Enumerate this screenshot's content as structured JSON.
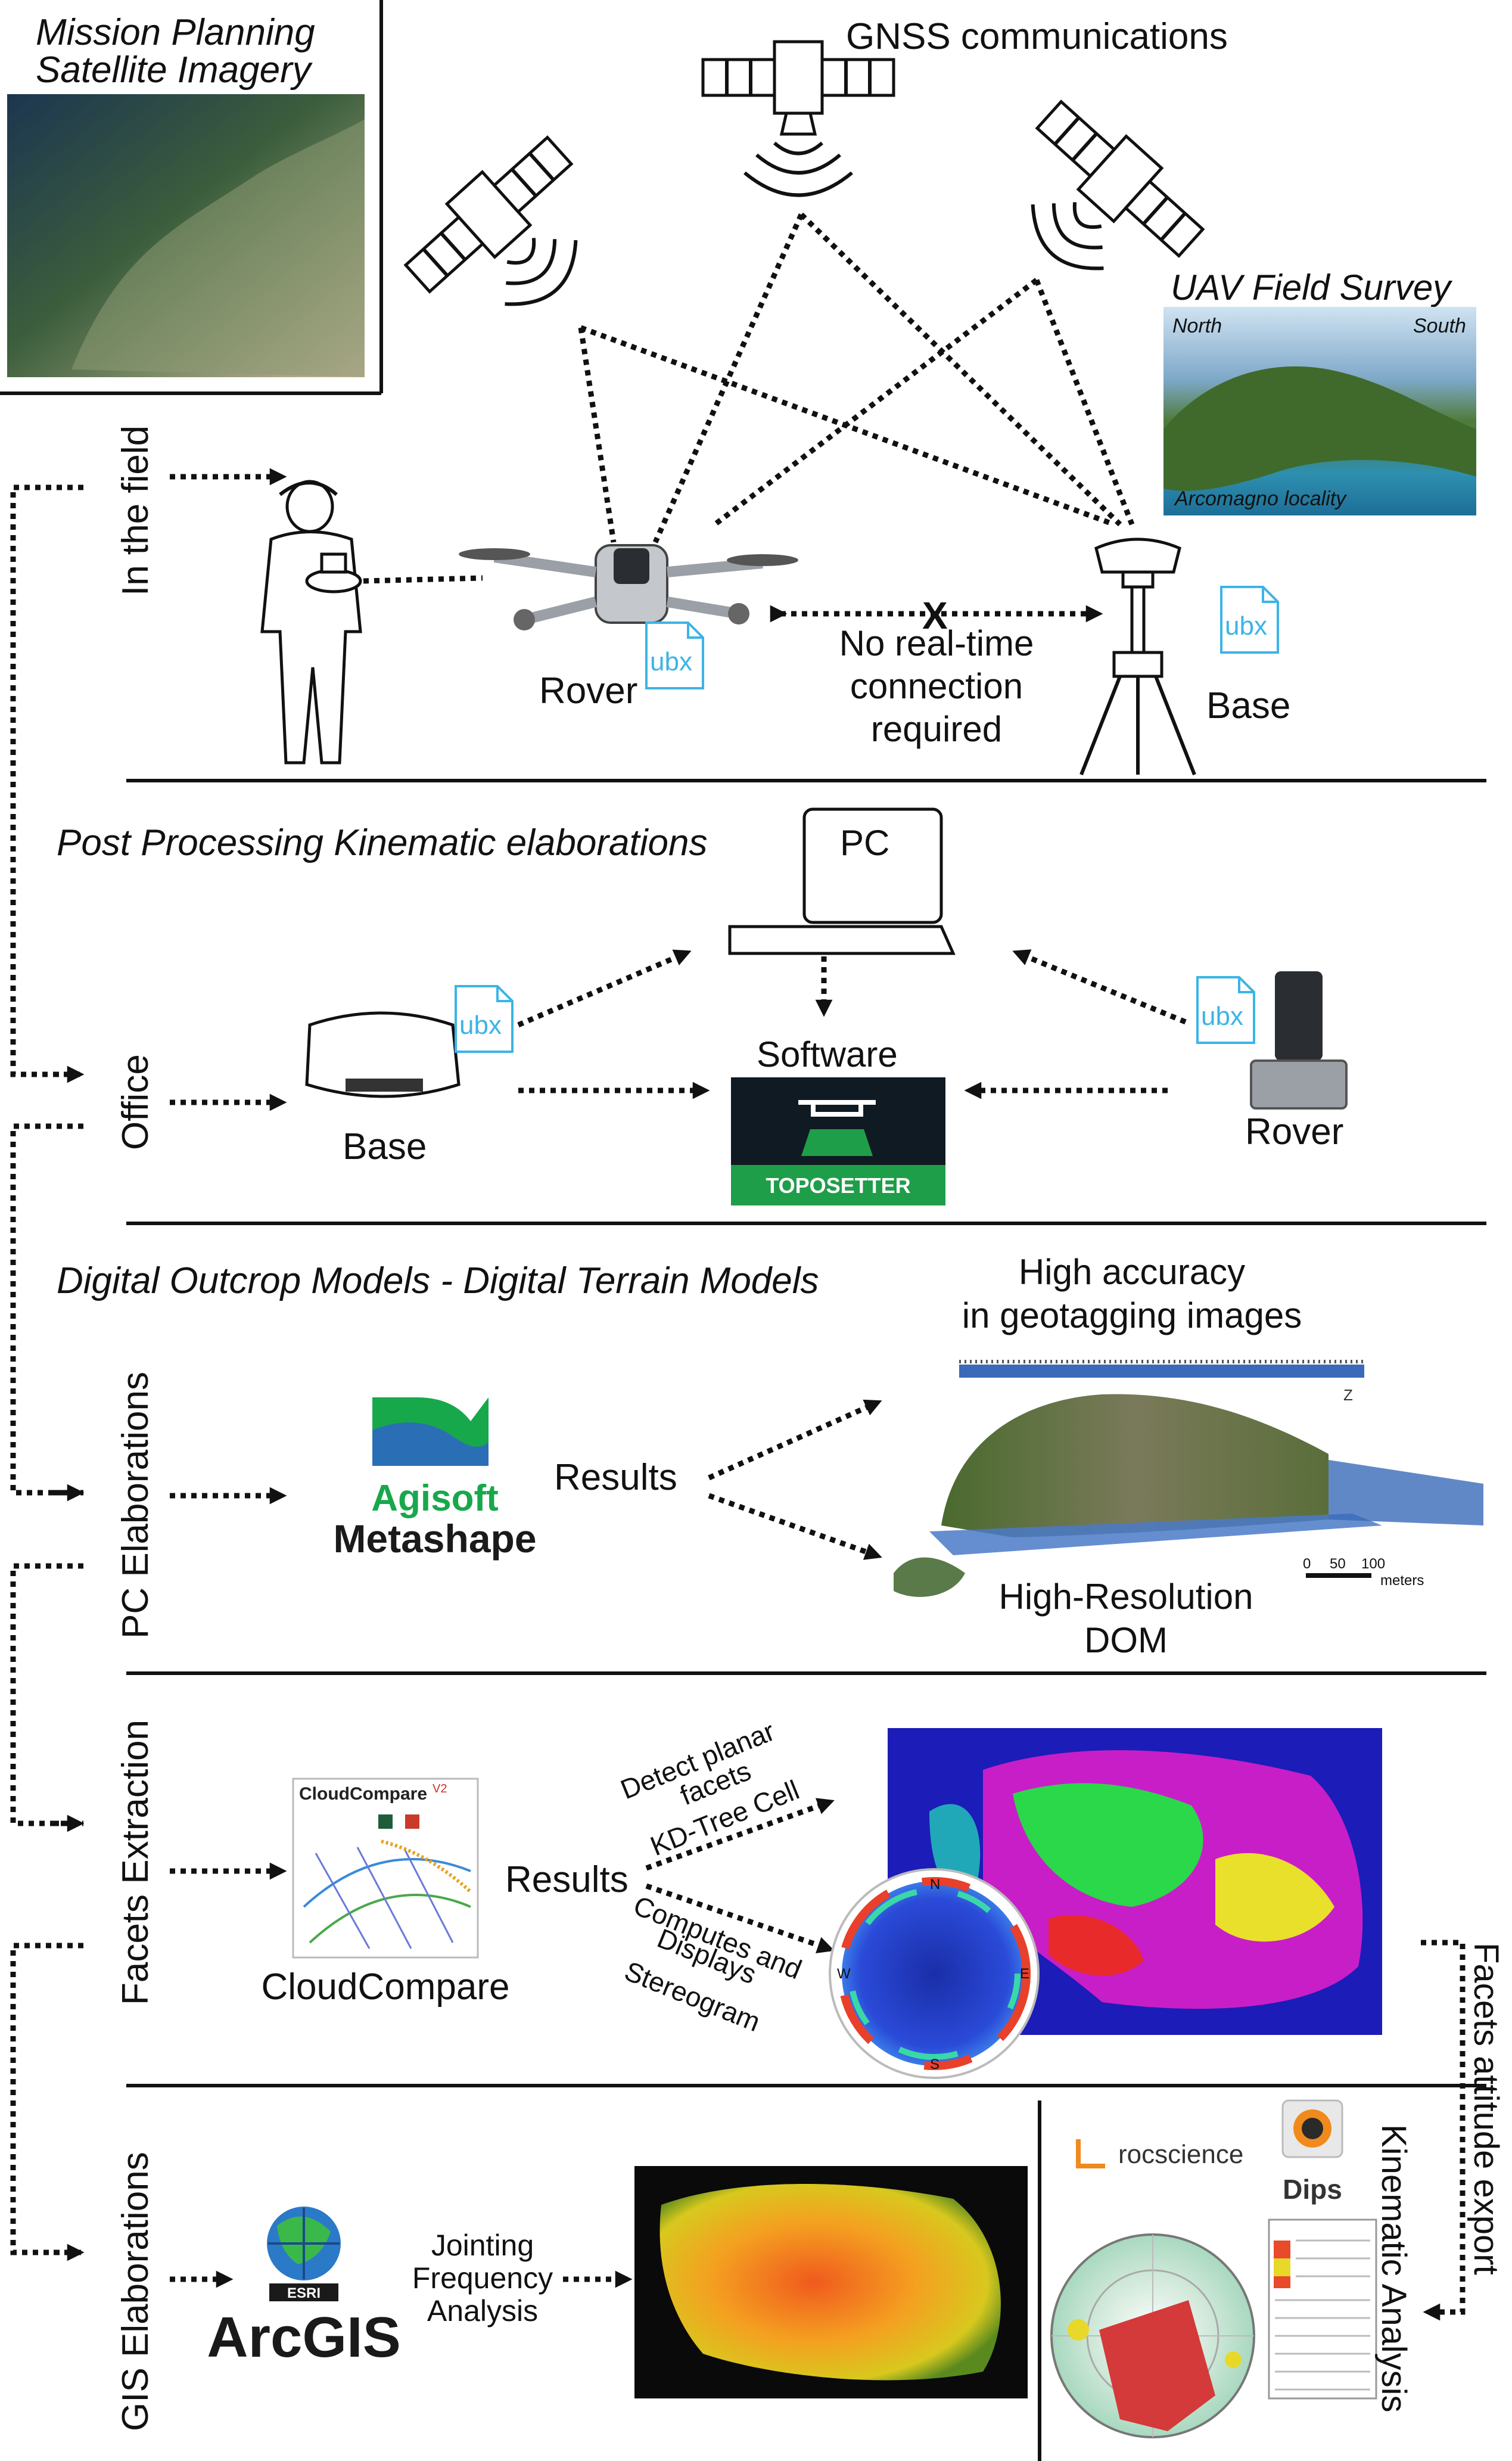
{
  "header": {
    "mission_planning_title": "Mission Planning",
    "satellite_imagery_title": "Satellite Imagery",
    "gnss_title": "GNSS communications",
    "uav_field_survey_title": "UAV Field Survey",
    "uav_north": "North",
    "uav_south": "South",
    "uav_locality": "Arcomagno locality"
  },
  "field": {
    "side_label": "In the field",
    "rover_label": "Rover",
    "base_label": "Base",
    "ubx": "ubx",
    "no_realtime_line1": "No real-time",
    "no_realtime_line2": "connection",
    "no_realtime_line3": "required",
    "x_mark": "X"
  },
  "office": {
    "section_title": "Post Processing Kinematic elaborations",
    "side_label": "Office",
    "pc_label": "PC",
    "software_label": "Software",
    "toposetter_label": "TOPOSETTER",
    "base_label": "Base",
    "rover_label": "Rover",
    "ubx": "ubx"
  },
  "pc": {
    "section_title": "Digital Outcrop Models - Digital Terrain Models",
    "side_label": "PC Elaborations",
    "agisoft": "Agisoft",
    "metashape": "Metashape",
    "results": "Results",
    "high_accuracy_line1": "High accuracy",
    "high_accuracy_line2": "in geotagging images",
    "dom_line1": "High-Resolution",
    "dom_line2": "DOM",
    "scale_0": "0",
    "scale_50": "50",
    "scale_100": "100",
    "scale_unit": "meters",
    "north_arrow": "Z"
  },
  "facets": {
    "side_label": "Facets Extraction",
    "cc_header": "CloudCompare",
    "cc_version": "V2",
    "cc_label": "CloudCompare",
    "results": "Results",
    "detect_line1": "Detect planar",
    "detect_line2": "facets",
    "kdtree": "KD-Tree Cell",
    "computes_line1": "Computes and",
    "computes_line2": "Displays",
    "computes_line3": "Stereogram",
    "stereo_n": "N",
    "stereo_e": "E",
    "stereo_s": "S",
    "stereo_w": "W",
    "export_label": "Facets attitude export"
  },
  "gis": {
    "side_label": "GIS Elaborations",
    "esri": "ESRI",
    "arcgis": "ArcGIS",
    "jointing_line1": "Jointing",
    "jointing_line2": "Frequency",
    "jointing_line3": "Analysis",
    "rocscience": "rocscience",
    "dips": "Dips",
    "kinematic_label": "Kinematic Analysis"
  },
  "colors": {
    "ubx_blue": "#3cb4e6",
    "toposetter_green": "#1e9e48",
    "toposetter_dark": "#101a22",
    "agisoft_green": "#18a84c",
    "agisoft_blue": "#2a6fb5",
    "rocscience_orange": "#f08a1c"
  }
}
